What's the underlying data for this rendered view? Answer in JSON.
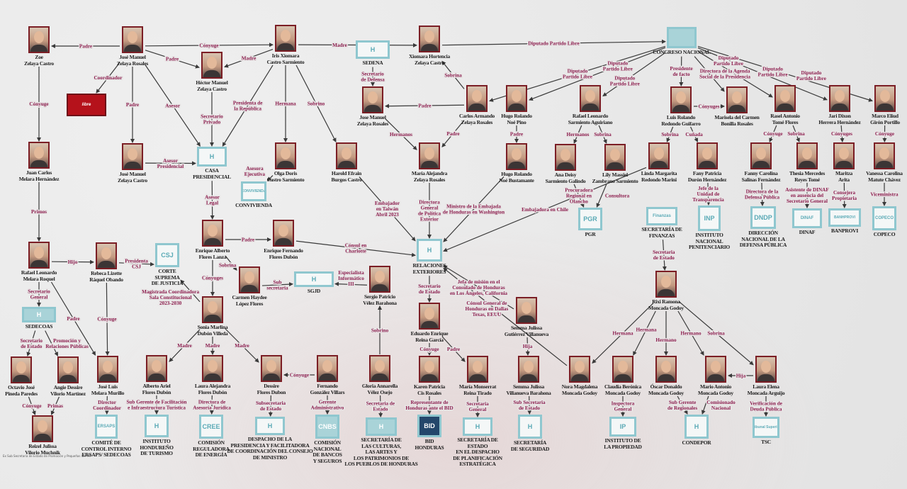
{
  "nodes": [
    {
      "id": "zoe",
      "kind": "person",
      "name": "Zoe\nZelaya Castro"
    },
    {
      "id": "jmzr",
      "kind": "person",
      "name": "José Manuel\nZelaya Rosales"
    },
    {
      "id": "hector",
      "kind": "person",
      "name": "Héctor Manuel\nZelaya Castro"
    },
    {
      "id": "iris",
      "kind": "person",
      "name": "Iris Xiomara\nCastro Sarmiento"
    },
    {
      "id": "xhzc",
      "kind": "person",
      "name": "Xiomara Hortencia\nZelaya Castro"
    },
    {
      "id": "congreso",
      "kind": "org",
      "name": "CONGRESO NACIONAL",
      "logo_text": ""
    },
    {
      "id": "libre",
      "kind": "logo",
      "name": "",
      "logo_text": "libre"
    },
    {
      "id": "juancarlos",
      "kind": "person",
      "name": "Juan Carlos\nMelara Hernández"
    },
    {
      "id": "jmzc",
      "kind": "person",
      "name": "José Manuel\nZelaya Castro"
    },
    {
      "id": "casa",
      "kind": "org",
      "name": "CASA\nPRESIDENCIAL",
      "logo_text": "H"
    },
    {
      "id": "olga",
      "kind": "person",
      "name": "Olga Doris\nCastro Sarmiento"
    },
    {
      "id": "conviviendo",
      "kind": "org",
      "name": "CONVIVIENDA",
      "logo_text": "CONVIVIENDA"
    },
    {
      "id": "harold",
      "kind": "person",
      "name": "Harold Efrain\nBurgos Castro"
    },
    {
      "id": "sedena",
      "kind": "org",
      "name": "SEDENA",
      "logo_text": "H"
    },
    {
      "id": "jmzr2",
      "kind": "person",
      "name": "Jose Manuel\nZelaya Rosales"
    },
    {
      "id": "carlos",
      "kind": "person",
      "name": "Carlos Armando\nZelaya Rosales"
    },
    {
      "id": "mariaale",
      "kind": "person",
      "name": "María Alejandra\nZelaya Rosales"
    },
    {
      "id": "hugonoe",
      "kind": "person",
      "name": "Hugo Rolando\nNoé Pino"
    },
    {
      "id": "hugob",
      "kind": "person",
      "name": "Hugo Rolando\nNoé Bustamante"
    },
    {
      "id": "rafaels",
      "kind": "person",
      "name": "Rafael Leonardo\nSarmiento Aguiriano"
    },
    {
      "id": "ana",
      "kind": "person",
      "name": "Ana Deisy\nSarmiento Galindo"
    },
    {
      "id": "lily",
      "kind": "person",
      "name": "Lily Massiel\nZambrano Sarmiento"
    },
    {
      "id": "luis",
      "kind": "person",
      "name": "Luis Rolando\nRedondo Guifarro"
    },
    {
      "id": "marisela",
      "kind": "person",
      "name": "Marisela del Carmen\nBonilla Rosales"
    },
    {
      "id": "rasel",
      "kind": "person",
      "name": "Rasel Antonio\nTomé Flores"
    },
    {
      "id": "jari",
      "kind": "person",
      "name": "Jari Dixon\nHerrera Hernández"
    },
    {
      "id": "marco",
      "kind": "person",
      "name": "Marco Eliud\nGirón Portillo"
    },
    {
      "id": "linda",
      "kind": "person",
      "name": "Linda Margarita\nRedondo Marini"
    },
    {
      "id": "fany",
      "kind": "person",
      "name": "Fany Patricia\nDurón Hernández"
    },
    {
      "id": "fannys",
      "kind": "person",
      "name": "Fanny Carolina\nSalinas Fernández"
    },
    {
      "id": "thesia",
      "kind": "person",
      "name": "Thesia Mercedes\nReyes Tomé"
    },
    {
      "id": "maritza",
      "kind": "person",
      "name": "Maritza\nArita"
    },
    {
      "id": "vanessa",
      "kind": "person",
      "name": "Vanessa Carolina\nMatute Chávez"
    },
    {
      "id": "pgr",
      "kind": "org",
      "name": "PGR",
      "logo_text": "PGR"
    },
    {
      "id": "finanzas",
      "kind": "org",
      "name": "SECRETARÍA DE\nFINANZAS",
      "logo_text": "Finanzas"
    },
    {
      "id": "inp",
      "kind": "org",
      "name": "INSTITUTO\nNACIONAL\nPENITENCIARIO",
      "logo_text": "INP"
    },
    {
      "id": "ddp",
      "kind": "org",
      "name": "DIRECCIÓN\nNACIONAL DE LA\nDEFENSA PÚBLICA",
      "logo_text": "DNDP"
    },
    {
      "id": "dinaf",
      "kind": "org",
      "name": "DINAF",
      "logo_text": "DINAF"
    },
    {
      "id": "banprovi",
      "kind": "org",
      "name": "BANPROVI",
      "logo_text": "BANHPROVI"
    },
    {
      "id": "copeco",
      "kind": "org",
      "name": "COPECO",
      "logo_text": "COPECO"
    },
    {
      "id": "rafaelm",
      "kind": "person",
      "name": "Rafael Leonardo\nMelara Roquel"
    },
    {
      "id": "rebeca",
      "kind": "person",
      "name": "Rebeca Lizette\nRáquel Obando"
    },
    {
      "id": "csj",
      "kind": "org",
      "name": "CORTE\nSUPREMA\nDE JUSTICIA",
      "logo_text": "CSJ"
    },
    {
      "id": "enriquea",
      "kind": "person",
      "name": "Enrique Alberto\nFlores Lanza"
    },
    {
      "id": "enriquef",
      "kind": "person",
      "name": "Enrique Fernando\nFlores Dubón"
    },
    {
      "id": "carmen",
      "kind": "person",
      "name": "Carmen Haydee\nLópez Flores"
    },
    {
      "id": "sgjd",
      "kind": "org",
      "name": "SGJD",
      "logo_text": "H"
    },
    {
      "id": "sergio",
      "kind": "person",
      "name": "Sergio Patricio\nVélez Barahona"
    },
    {
      "id": "relaciones",
      "kind": "org",
      "name": "RELACIONES\nEXTERIORES",
      "logo_text": "H"
    },
    {
      "id": "eduardo",
      "kind": "person",
      "name": "Eduardo Enrique\nReina García"
    },
    {
      "id": "semmag",
      "kind": "person",
      "name": "Semma Julissa\nGutiérrez Villanueva"
    },
    {
      "id": "rixi",
      "kind": "person",
      "name": "Rixi Ramona\nMoncada Godoy"
    },
    {
      "id": "sedecoas",
      "kind": "org",
      "name": "SEDECOAS",
      "logo_text": "H"
    },
    {
      "id": "sonia",
      "kind": "person",
      "name": "Sonia Marlina\nDubón Villeda"
    },
    {
      "id": "octavio",
      "kind": "person",
      "name": "Octavio José\nPineda Paredes"
    },
    {
      "id": "angie",
      "kind": "person",
      "name": "Angie Dessire\nVilorio Martínez"
    },
    {
      "id": "reizel",
      "kind": "person",
      "name": "Reizel Julissa\nVilorio Muchnik"
    },
    {
      "id": "joseluis",
      "kind": "person",
      "name": "José Luis\nMelara Murillo"
    },
    {
      "id": "alberto",
      "kind": "person",
      "name": "Alberto Ariel\nFlores Dubón"
    },
    {
      "id": "lauraa",
      "kind": "person",
      "name": "Laura Alejandra\nFlores Dubón"
    },
    {
      "id": "dessire",
      "kind": "person",
      "name": "Dessire\nFlores Dubon"
    },
    {
      "id": "fernando",
      "kind": "person",
      "name": "Fernando\nGonzález Villars"
    },
    {
      "id": "gloria",
      "kind": "person",
      "name": "Gloria Annarella\nVélez Osejo"
    },
    {
      "id": "karen",
      "kind": "person",
      "name": "Karen Patricia\nCis Rosales"
    },
    {
      "id": "monserrat",
      "kind": "person",
      "name": "María Monserrat\nReina Tirado"
    },
    {
      "id": "semmav",
      "kind": "person",
      "name": "Semma Julissa\nVillanueva Barahona"
    },
    {
      "id": "nora",
      "kind": "person",
      "name": "Nora Magdalena\nMoncada Godoy"
    },
    {
      "id": "claudia",
      "kind": "person",
      "name": "Claudia Berónica\nMoncada Godoy"
    },
    {
      "id": "oscar",
      "kind": "person",
      "name": "Óscar Donaldo\nMoncada Godoy"
    },
    {
      "id": "mario",
      "kind": "person",
      "name": "Mario Antonio\nMoncada Godoy"
    },
    {
      "id": "laurae",
      "kind": "person",
      "name": "Laura Elena\nMoncada Arguijo"
    },
    {
      "id": "ersaps",
      "kind": "org",
      "name": "COMITÉ DE\nCONTROL INTERNO\nERSAPS/ SEDECOAS",
      "logo_text": "ERSAPS"
    },
    {
      "id": "iht",
      "kind": "org",
      "name": "INSTITUTO\nHONDUREÑO\nDE TURISMO",
      "logo_text": "H"
    },
    {
      "id": "cree",
      "kind": "org",
      "name": "COMISIÓN\nREGULADORA\nDE ENERGÍA",
      "logo_text": "CREE"
    },
    {
      "id": "despacho",
      "kind": "org",
      "name": "DESPACHO DE LA\nPRESIDENCIA Y FACILITADORA\nDE COORDINACIÓN DEL CONSEJO\nDE MINISTRO",
      "logo_text": "H"
    },
    {
      "id": "cnbs",
      "kind": "org",
      "name": "COMISIÓN\nNACIONAL\nDE BANCOS\nY SEGUROS",
      "logo_text": "CNBS"
    },
    {
      "id": "culturas",
      "kind": "org",
      "name": "SECRETARÍA DE\nLAS CULTURAS,\nLAS ARTES Y\nLOS PATRIMONIOS DE\nLOS PUEBLOS DE HONDURAS",
      "logo_text": "H"
    },
    {
      "id": "bid",
      "kind": "org",
      "name": "BID\nHONDURAS",
      "logo_text": "BID"
    },
    {
      "id": "planif",
      "kind": "org",
      "name": "SECRETARÍA DE\nESTADO\nEN EL DESPACHO\nDE PLANIFICACIÓN\nESTRATÉGICA",
      "logo_text": "H"
    },
    {
      "id": "seguridad",
      "kind": "org",
      "name": "SECRETARÍA\nDE SEGURIDAD",
      "logo_text": "H"
    },
    {
      "id": "ip",
      "kind": "org",
      "name": "INSTITUTO DE\nLA PROPIEDAD",
      "logo_text": "IP"
    },
    {
      "id": "condepor",
      "kind": "org",
      "name": "CONDEPOR",
      "logo_text": "H"
    },
    {
      "id": "tsc",
      "kind": "org",
      "name": "TSC",
      "logo_text": "Tribunal Superior"
    }
  ],
  "edges": [
    {
      "from": "jmzr",
      "to": "zoe",
      "label": "Padre"
    },
    {
      "from": "jmzr",
      "to": "iris",
      "label": "Cónyuge"
    },
    {
      "from": "iris",
      "to": "xhzc",
      "label": "Madre"
    },
    {
      "from": "xhzc",
      "to": "congreso",
      "label": "Diputado Partido Libre"
    },
    {
      "from": "jmzr",
      "to": "hector",
      "label": "Padre"
    },
    {
      "from": "iris",
      "to": "hector",
      "label": "Madre"
    },
    {
      "from": "jmzr",
      "to": "libre",
      "label": "Coordinador"
    },
    {
      "from": "zoe",
      "to": "juancarlos",
      "label": "Cónyuge"
    },
    {
      "from": "jmzr",
      "to": "jmzc",
      "label": "Padre"
    },
    {
      "from": "jmzr",
      "to": "casa",
      "label": "Asesor"
    },
    {
      "from": "hector",
      "to": "casa",
      "label": "Secretario\nPrivado"
    },
    {
      "from": "iris",
      "to": "casa",
      "label": "Presidenta de\nla República"
    },
    {
      "from": "iris",
      "to": "olga",
      "label": "Hermana"
    },
    {
      "from": "iris",
      "to": "harold",
      "label": "Sobrino"
    },
    {
      "from": "jmzc",
      "to": "casa",
      "label": "Asesor\nPresidencial"
    },
    {
      "from": "olga",
      "to": "conviviendo",
      "label": "Asesora\nEjecutiva"
    },
    {
      "from": "sedena",
      "to": "jmzr2",
      "label": "Secretario\nde Defensa"
    },
    {
      "from": "carlos",
      "to": "jmzr2",
      "label": "Padre"
    },
    {
      "from": "carlos",
      "to": "xhzc",
      "label": "Sobrina"
    },
    {
      "from": "jmzr2",
      "to": "mariaale",
      "label": "Hermanos"
    },
    {
      "from": "carlos",
      "to": "mariaale",
      "label": "Padre"
    },
    {
      "from": "congreso",
      "to": "carlos",
      "label": "Diputado\nPartido Libre"
    },
    {
      "from": "congreso",
      "to": "hugonoe",
      "label": "Diputado\nPartido Libre"
    },
    {
      "from": "congreso",
      "to": "rafaels",
      "label": "Diputado\nPartido Libre"
    },
    {
      "from": "hugonoe",
      "to": "hugob",
      "label": "Padre"
    },
    {
      "from": "rafaels",
      "to": "ana",
      "label": "Hermanos"
    },
    {
      "from": "rafaels",
      "to": "lily",
      "label": "Sobrina"
    },
    {
      "from": "congreso",
      "to": "luis",
      "label": "Presidente\nde facto"
    },
    {
      "from": "congreso",
      "to": "marisela",
      "label": "Directora de la Agenda\nSocial de la Presidencia"
    },
    {
      "from": "congreso",
      "to": "rasel",
      "label": "Diputado\nPartido Libre"
    },
    {
      "from": "congreso",
      "to": "jari",
      "label": "Diputado\nPartido Libre"
    },
    {
      "from": "congreso",
      "to": "marco",
      "label": "Diputado\nPartido Libre"
    },
    {
      "from": "luis",
      "to": "marisela",
      "label": "Cónyuges"
    },
    {
      "from": "luis",
      "to": "linda",
      "label": "Sobrina"
    },
    {
      "from": "luis",
      "to": "fany",
      "label": "Cuñada"
    },
    {
      "from": "rasel",
      "to": "fannys",
      "label": "Cónyuge"
    },
    {
      "from": "rasel",
      "to": "thesia",
      "label": "Sobrina"
    },
    {
      "from": "jari",
      "to": "maritza",
      "label": "Cónyuges"
    },
    {
      "from": "marco",
      "to": "vanessa",
      "label": "Cónyuge"
    },
    {
      "from": "fany",
      "to": "inp",
      "label": "Jefe de la\nUnidad de\nTransparencia"
    },
    {
      "from": "fannys",
      "to": "ddp",
      "label": "Directora de la\nDefensa Pública"
    },
    {
      "from": "thesia",
      "to": "dinaf",
      "label": "Asistente de DINAF\nen ausencia del\nSecretario General"
    },
    {
      "from": "maritza",
      "to": "banprovi",
      "label": "Consejera\nPropietaria"
    },
    {
      "from": "vanessa",
      "to": "copeco",
      "label": "Viceministra"
    },
    {
      "from": "ana",
      "to": "pgr",
      "label": "Procuradora\nRegional en\nOlancho"
    },
    {
      "from": "lily",
      "to": "pgr",
      "label": "Consultora"
    },
    {
      "from": "juancarlos",
      "to": "rafaelm",
      "label": "Primos"
    },
    {
      "from": "casa",
      "to": "enriquea",
      "label": "Asesor\nLegal"
    },
    {
      "from": "rafaelm",
      "to": "rebeca",
      "label": "Hijo"
    },
    {
      "from": "rebeca",
      "to": "csj",
      "label": "Presidenta\nCSJ"
    },
    {
      "from": "enriquea",
      "to": "enriquef",
      "label": "Padre"
    },
    {
      "from": "enriquea",
      "to": "carmen",
      "label": "Sobrina"
    },
    {
      "from": "enriquef",
      "to": "relaciones",
      "label": "Cónsul en\nCharlotte"
    },
    {
      "from": "harold",
      "to": "relaciones",
      "label": "Embajador\nen Taiwán\nAbril 2023"
    },
    {
      "from": "mariaale",
      "to": "relaciones",
      "label": "Directora\nGeneral\nde Política\nExterior"
    },
    {
      "from": "hugob",
      "to": "relaciones",
      "label": "Ministro de la Embajada\nde Honduras en Washington"
    },
    {
      "from": "linda",
      "to": "relaciones",
      "label": "Embajadora en Chile"
    },
    {
      "from": "semmag",
      "to": "relaciones",
      "label": "Jefa de misión en el\nConsulado de Honduras\nen Los Ángeles, California"
    },
    {
      "from": "nora",
      "to": "relaciones",
      "label": "Cónsul General de\nHonduras en Dallas\nTexas, EEUU"
    },
    {
      "from": "carmen",
      "to": "sgjd",
      "label": "Sub\nsecretaria"
    },
    {
      "from": "sergio",
      "to": "sgjd",
      "label": "Especialista\nInformático\nIII"
    },
    {
      "from": "relaciones",
      "to": "eduardo",
      "label": "Secretario\nde Estado"
    },
    {
      "from": "enriquea",
      "to": "sonia",
      "label": "Cónyuges"
    },
    {
      "from": "sonia",
      "to": "csj",
      "label": "Magistrada Coordinadora\nSala Constitucional\n2023-2030"
    },
    {
      "from": "finanzas",
      "to": "rixi",
      "label": "Secretaria\nde Estado"
    },
    {
      "from": "rafaelm",
      "to": "sedecoas",
      "label": "Secretario\nGeneral"
    },
    {
      "from": "rafaelm",
      "to": "joseluis",
      "label": "Padre"
    },
    {
      "from": "rebeca",
      "to": "joseluis",
      "label": "Cónyuge"
    },
    {
      "from": "sedecoas",
      "to": "octavio",
      "label": "Secretario\nde Estado"
    },
    {
      "from": "sedecoas",
      "to": "angie",
      "label": "Promoción y\nRelaciones Públicas"
    },
    {
      "from": "octavio",
      "to": "reizel",
      "label": "Cónyuge"
    },
    {
      "from": "angie",
      "to": "reizel",
      "label": "Primas"
    },
    {
      "from": "sonia",
      "to": "alberto",
      "label": "Madre"
    },
    {
      "from": "sonia",
      "to": "lauraa",
      "label": "Madre"
    },
    {
      "from": "sonia",
      "to": "dessire",
      "label": "Madre"
    },
    {
      "from": "fernando",
      "to": "dessire",
      "label": "Cónyuge"
    },
    {
      "from": "gloria",
      "to": "sergio",
      "label": "Sobrino"
    },
    {
      "from": "eduardo",
      "to": "karen",
      "label": "Cónyuge"
    },
    {
      "from": "eduardo",
      "to": "monserrat",
      "label": "Padre"
    },
    {
      "from": "semmag",
      "to": "semmav",
      "label": "Hija"
    },
    {
      "from": "rixi",
      "to": "nora",
      "label": "Hermana"
    },
    {
      "from": "rixi",
      "to": "claudia",
      "label": "Hermana"
    },
    {
      "from": "rixi",
      "to": "oscar",
      "label": "Hermano"
    },
    {
      "from": "rixi",
      "to": "mario",
      "label": "Hermano"
    },
    {
      "from": "rixi",
      "to": "laurae",
      "label": "Sobrina"
    },
    {
      "from": "laurae",
      "to": "mario",
      "label": "Hija"
    },
    {
      "from": "joseluis",
      "to": "ersaps",
      "label": "Director\nCoordinador"
    },
    {
      "from": "alberto",
      "to": "iht",
      "label": "Sub Gerente de Facilitación\ne Infraestructura Turística"
    },
    {
      "from": "lauraa",
      "to": "cree",
      "label": "Directora de\nAsesoría Jurídica"
    },
    {
      "from": "dessire",
      "to": "despacho",
      "label": "Subsecretaria\nde Estado"
    },
    {
      "from": "fernando",
      "to": "cnbs",
      "label": "Gerente\nAdministrativo"
    },
    {
      "from": "gloria",
      "to": "culturas",
      "label": "Secretaria de\nEstado"
    },
    {
      "from": "karen",
      "to": "bid",
      "label": "Representante de\nHonduras ante el BID"
    },
    {
      "from": "monserrat",
      "to": "planif",
      "label": "Secretaria\nGeneral"
    },
    {
      "from": "semmav",
      "to": "seguridad",
      "label": "Sub Secretaria\nde Estado"
    },
    {
      "from": "claudia",
      "to": "ip",
      "label": "Inspectora\nGeneral"
    },
    {
      "from": "oscar",
      "to": "condepor",
      "label": "Sub Gerente\nde Regionales"
    },
    {
      "from": "mario",
      "to": "condepor",
      "label": "Comisionado\nNacional"
    },
    {
      "from": "laurae",
      "to": "tsc",
      "label": "Verificación de\nDeuda Pública"
    }
  ],
  "footnote": "Ex Sub Secretaria de Estado de Promoción y Pequeñas SEPYM"
}
